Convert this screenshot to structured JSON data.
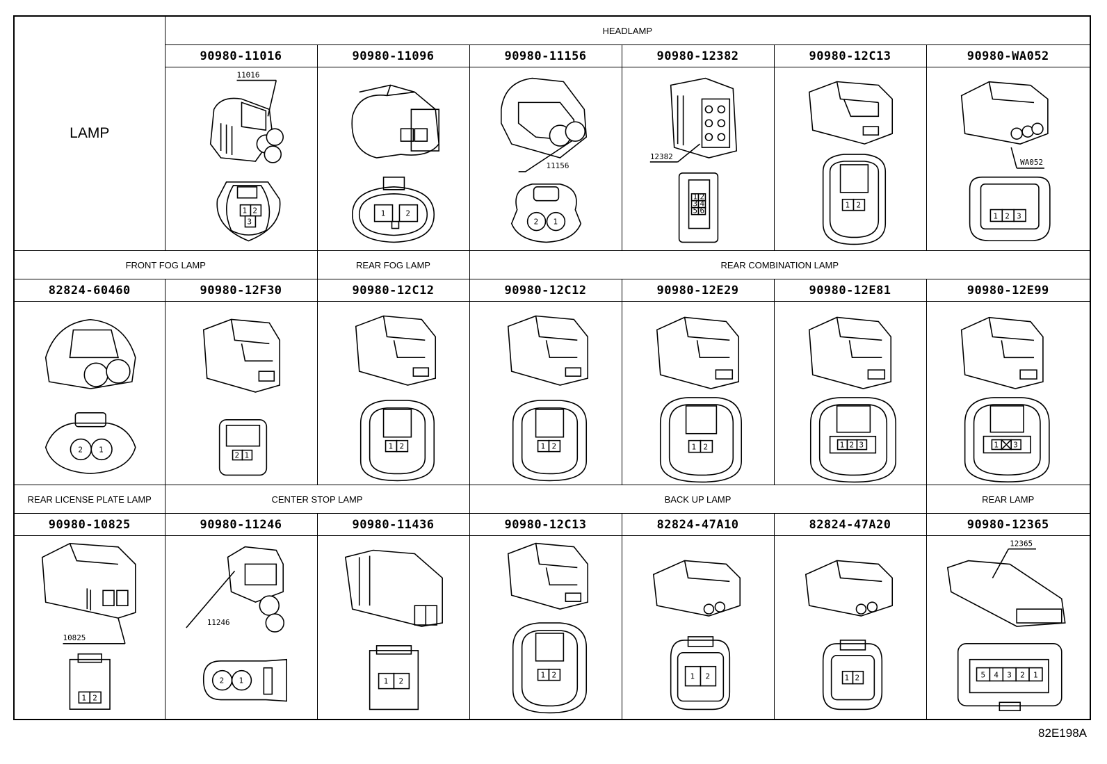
{
  "table": {
    "lamp_label": "LAMP",
    "row1": {
      "section": "HEADLAMP",
      "parts": [
        "90980-11016",
        "90980-11096",
        "90980-11156",
        "90980-12382",
        "90980-12C13",
        "90980-WA052"
      ],
      "callouts": [
        "11016",
        "",
        "11156",
        "12382",
        "",
        "WA052"
      ],
      "pins": [
        [
          "1",
          "2",
          "3"
        ],
        [
          "1",
          "2"
        ],
        [
          "2",
          "1"
        ],
        [
          "1",
          "2",
          "3",
          "4",
          "5",
          "6"
        ],
        [
          "1",
          "2"
        ],
        [
          "1",
          "2",
          "3"
        ]
      ]
    },
    "row2": {
      "sections": [
        "FRONT FOG LAMP",
        "REAR FOG LAMP",
        "REAR COMBINATION LAMP"
      ],
      "parts": [
        "82824-60460",
        "90980-12F30",
        "90980-12C12",
        "90980-12C12",
        "90980-12E29",
        "90980-12E81",
        "90980-12E99"
      ],
      "pins": [
        [
          "2",
          "1"
        ],
        [
          "2",
          "1"
        ],
        [
          "1",
          "2"
        ],
        [
          "1",
          "2"
        ],
        [
          "1",
          "2"
        ],
        [
          "1",
          "2",
          "3"
        ],
        [
          "1",
          "3"
        ]
      ]
    },
    "row3": {
      "sections": [
        "REAR LICENSE PLATE LAMP",
        "CENTER STOP LAMP",
        "BACK UP LAMP",
        "REAR LAMP"
      ],
      "parts": [
        "90980-10825",
        "90980-11246",
        "90980-11436",
        "90980-12C13",
        "82824-47A10",
        "82824-47A20",
        "90980-12365"
      ],
      "callouts": [
        "10825",
        "11246",
        "",
        "",
        "",
        "",
        "12365"
      ],
      "pins": [
        [
          "1",
          "2"
        ],
        [
          "2",
          "1"
        ],
        [
          "1",
          "2"
        ],
        [
          "1",
          "2"
        ],
        [
          "1",
          "2"
        ],
        [
          "1",
          "2"
        ],
        [
          "5",
          "4",
          "3",
          "2",
          "1"
        ]
      ]
    }
  },
  "figure_ref": "82E198A"
}
